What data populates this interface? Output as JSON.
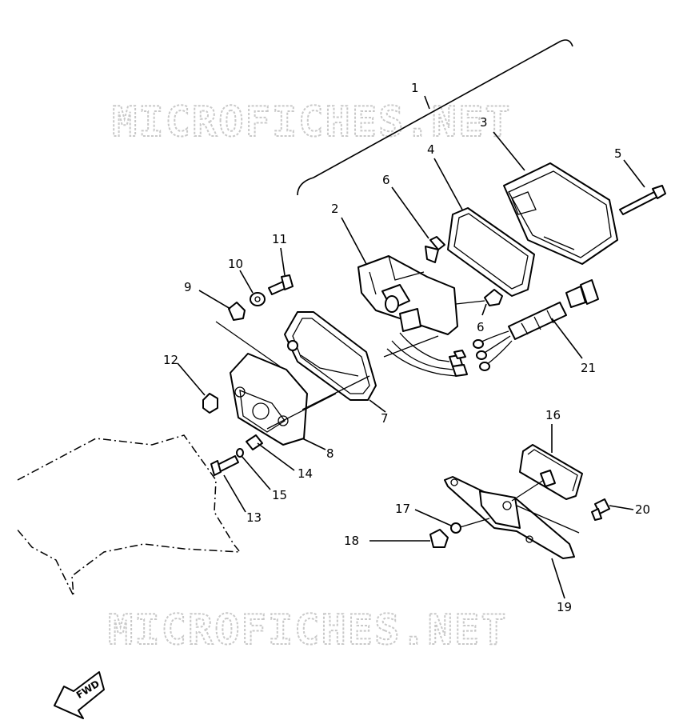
{
  "watermark": {
    "top": "MICROFICHES.NET",
    "bottom": "MICROFICHES.NET"
  },
  "fwd_label": "FWD",
  "callouts": {
    "n1": "1",
    "n2": "2",
    "n3": "3",
    "n4": "4",
    "n5": "5",
    "n6a": "6",
    "n6b": "6",
    "n7": "7",
    "n8": "8",
    "n9": "9",
    "n10": "10",
    "n11": "11",
    "n12": "12",
    "n13": "13",
    "n14": "14",
    "n15": "15",
    "n16": "16",
    "n17": "17",
    "n18": "18",
    "n19": "19",
    "n20": "20",
    "n21": "21"
  }
}
